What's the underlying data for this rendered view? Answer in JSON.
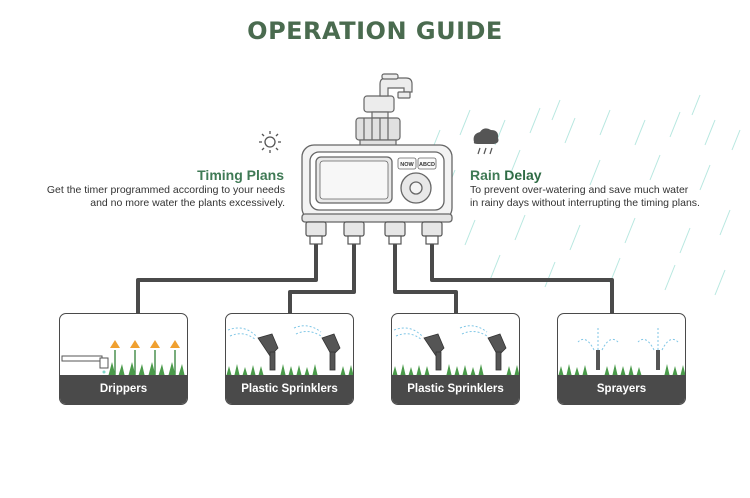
{
  "title": "OPERATION GUIDE",
  "timing": {
    "icon": "sun-icon",
    "title": "Timing Plans",
    "line1": "Get the timer programmed according to your needs",
    "line2": "and no more water the plants excessively."
  },
  "rain": {
    "icon": "rain-cloud-icon",
    "title_part1": "Rain ",
    "title_part2": "Delay",
    "line1": "To prevent over-watering and save much water",
    "line2": "in rainy days without interrupting the timing plans."
  },
  "device": {
    "button_left": "NOW",
    "button_right": "ABCD"
  },
  "cards": [
    {
      "label": "Drippers"
    },
    {
      "label": "Plastic Sprinklers"
    },
    {
      "label": "Plastic Sprinklers"
    },
    {
      "label": "Sprayers"
    }
  ],
  "colors": {
    "title": "#4a6b4f",
    "accent_green": "#3f7a55",
    "rain": "#7fd6c9",
    "dark": "#4a4a4a"
  }
}
